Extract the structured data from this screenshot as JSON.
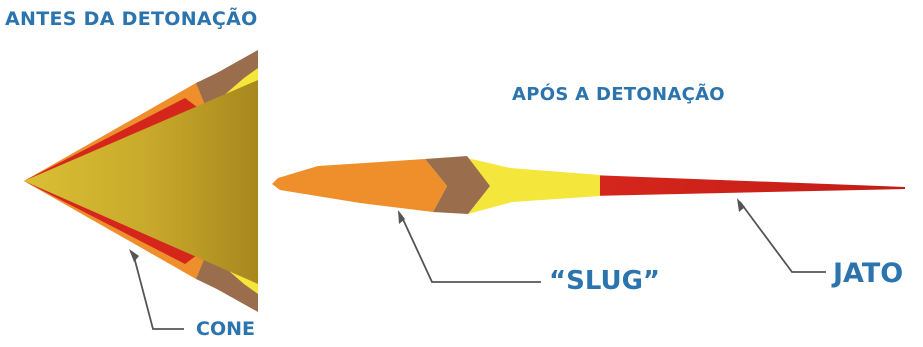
{
  "titles": {
    "before": "ANTES DA DETONAÇÃO",
    "after": "APÓS A DETONAÇÃO"
  },
  "labels": {
    "cone": "CONE",
    "slug": "“SLUG”",
    "jato": "JATO"
  },
  "colors": {
    "label_blue": "#2c74ad",
    "cone_gold": "#c8a82a",
    "liner_red": "#d5261c",
    "liner_orange": "#ef8f2b",
    "liner_yellow": "#f4e63a",
    "casing_brown": "#9a6e4c",
    "leader_line": "#555555"
  }
}
